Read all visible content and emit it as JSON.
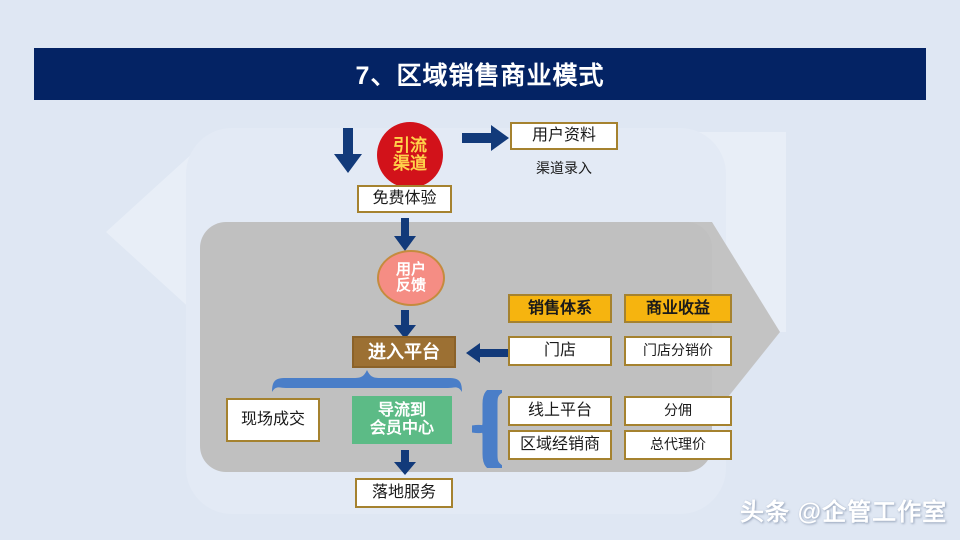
{
  "slide": {
    "background_color": "#dfe7f3",
    "title": {
      "text": "7、区域销售商业模式",
      "bar_color": "#042364",
      "text_color": "#ffffff"
    },
    "watermark": "头条 @企管工作室"
  },
  "diagram": {
    "type": "flowchart",
    "panels": {
      "light_panel_color": "#e3eaf5",
      "gray_panel_color": "#c0c0c0",
      "chevron_color": "#e8eef7"
    },
    "nodes": {
      "channel_circle": {
        "line1": "引流",
        "line2": "渠道",
        "fill": "#d2121a",
        "text_color": "#ffd24a"
      },
      "user_profile": {
        "label": "用户资料",
        "fill": "#ffffff",
        "border": "#a5822f"
      },
      "channel_entry_caption": {
        "label": "渠道录入"
      },
      "free_trial": {
        "label": "免费体验",
        "fill": "#ffffff",
        "border": "#a5822f"
      },
      "user_feedback": {
        "line1": "用户",
        "line2": "反馈",
        "fill": "#f58d84",
        "border": "#c58b3e",
        "text_color": "#ffffff"
      },
      "enter_platform": {
        "label": "进入平台",
        "fill": "#9c7033",
        "text_color": "#ffffff"
      },
      "sales_system_header": {
        "label": "销售体系",
        "fill": "#f6b40f"
      },
      "business_revenue_header": {
        "label": "商业收益",
        "fill": "#f6b40f"
      },
      "store": {
        "label": "门店",
        "fill": "#ffffff"
      },
      "store_distribution_price": {
        "label": "门店分销价",
        "fill": "#ffffff"
      },
      "online_platform": {
        "label": "线上平台",
        "fill": "#ffffff"
      },
      "commission": {
        "label": "分佣",
        "fill": "#ffffff"
      },
      "regional_dealer": {
        "label": "区域经销商",
        "fill": "#ffffff"
      },
      "general_agent_price": {
        "label": "总代理价",
        "fill": "#ffffff"
      },
      "onsite_deal": {
        "label": "现场成交",
        "fill": "#ffffff"
      },
      "member_center": {
        "line1": "导流到",
        "line2": "会员中心",
        "fill": "#5cbb86",
        "text_color": "#ffffff"
      },
      "landing_service": {
        "label": "落地服务",
        "fill": "#ffffff"
      }
    },
    "connectors": {
      "arrow_color": "#123a7a",
      "brace_color": "#4a7ec8",
      "names": [
        "down-arrow-into-channel",
        "right-arrow-to-user-profile",
        "down-arrow-free-trial-to-feedback",
        "down-arrow-feedback-to-platform",
        "left-arrow-store-to-platform",
        "down-arrow-member-center-to-landing",
        "up-brace-to-platform",
        "left-brace-from-online-channels"
      ]
    }
  }
}
